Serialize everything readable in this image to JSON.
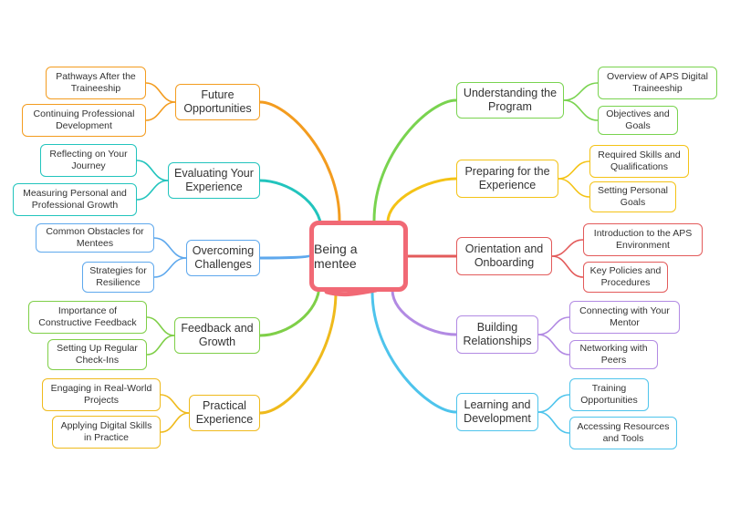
{
  "center": {
    "label": "Being a mentee",
    "color": "#f16975"
  },
  "branches": [
    {
      "label": "Understanding the Program",
      "color": "#79d34f",
      "side": "right",
      "children": [
        "Overview of APS Digital Traineeship",
        "Objectives and Goals"
      ]
    },
    {
      "label": "Preparing for the Experience",
      "color": "#f4c316",
      "side": "right",
      "children": [
        "Required Skills and Qualifications",
        "Setting Personal Goals"
      ]
    },
    {
      "label": "Orientation and Onboarding",
      "color": "#e35b5b",
      "side": "right",
      "children": [
        "Introduction to the APS Environment",
        "Key Policies and Procedures"
      ]
    },
    {
      "label": "Building Relationships",
      "color": "#b28ae3",
      "side": "right",
      "children": [
        "Connecting with Your Mentor",
        "Networking with Peers"
      ]
    },
    {
      "label": "Learning and Development",
      "color": "#4ec4ec",
      "side": "right",
      "children": [
        "Training Opportunities",
        "Accessing Resources and Tools"
      ]
    },
    {
      "label": "Future Opportunities",
      "color": "#f39c1f",
      "side": "left",
      "children": [
        "Pathways After the Traineeship",
        "Continuing Professional Development"
      ]
    },
    {
      "label": "Evaluating Your Experience",
      "color": "#22c4bd",
      "side": "left",
      "children": [
        "Reflecting on Your Journey",
        "Measuring Personal and Professional Growth"
      ]
    },
    {
      "label": "Overcoming Challenges",
      "color": "#5ea8ed",
      "side": "left",
      "children": [
        "Common Obstacles for Mentees",
        "Strategies for Resilience"
      ]
    },
    {
      "label": "Feedback and Growth",
      "color": "#7fcf48",
      "side": "left",
      "children": [
        "Importance of Constructive Feedback",
        "Setting Up Regular Check-Ins"
      ]
    },
    {
      "label": "Practical Experience",
      "color": "#efba1c",
      "side": "left",
      "children": [
        "Engaging in Real-World Projects",
        "Applying Digital Skills in Practice"
      ]
    }
  ]
}
